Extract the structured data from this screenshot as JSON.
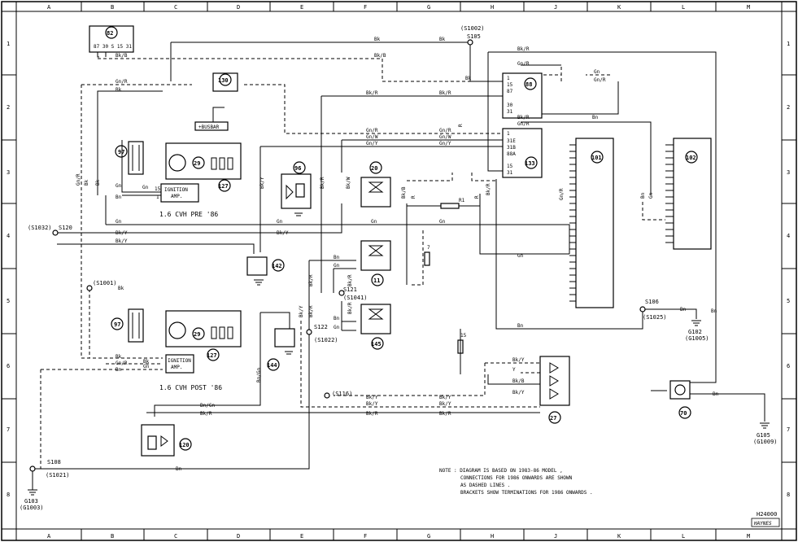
{
  "grid": {
    "columns": [
      "A",
      "B",
      "C",
      "D",
      "E",
      "F",
      "G",
      "H",
      "J",
      "K",
      "L",
      "M"
    ],
    "rows": [
      "1",
      "2",
      "3",
      "4",
      "5",
      "6",
      "7",
      "8"
    ]
  },
  "components": {
    "c82": "82",
    "c130": "130",
    "c88": "88",
    "c97a": "97",
    "c29a": "29",
    "c127a": "127",
    "c96": "96",
    "c20": "20",
    "c133": "133",
    "c101": "101",
    "c102": "102",
    "c142": "142",
    "c11": "11",
    "c97b": "97",
    "c29b": "29",
    "c127b": "127",
    "c144": "144",
    "c145": "145",
    "c27": "27",
    "c70": "70",
    "c120": "120"
  },
  "labels": {
    "pins82": "87 30 S 15 31",
    "busbar": "+BUSBAR",
    "ign_amp_a_1": "IGNITION",
    "ign_amp_a_2": "AMP.",
    "ign_amp_b_1": "IGNITION",
    "ign_amp_b_2": "AMP.",
    "cvh_pre": "1.6 CVH PRE '86",
    "cvh_post": "1.6 CVH POST '86",
    "s1002": "(S1002)",
    "s105": "S105",
    "s1032": "(S1032)",
    "s120": "S120",
    "s1001": "(S1001)",
    "s121": "S121",
    "s1041": "(S1041)",
    "s122": "S122",
    "s1022": "(S1022)",
    "s116": "(S116)",
    "s106": "S106",
    "s1025": "(S1025)",
    "g102": "G102",
    "g1005": "(G1005)",
    "g105": "G105",
    "g1009": "(G1009)",
    "s108": "S108",
    "s1021": "(S1021)",
    "g103": "G103",
    "g1003": "(G1003)",
    "r1": "R1",
    "f7": "7",
    "f15": "15",
    "p88_1": "1",
    "p88_15": "15",
    "p88_87": "87",
    "p88_30": "30",
    "p88_31": "31",
    "p133_1": "1",
    "p133_31e": "31E",
    "p133_31b": "31B",
    "p133_88a": "88A",
    "p133_15": "15",
    "p133_31": "31",
    "amp_15": "15",
    "amp_1": "1",
    "ref": "H24000",
    "brand": "HAYNES"
  },
  "wires": {
    "bk": "Bk",
    "bkb": "Bk/B",
    "bkr": "Bk/R",
    "gnr": "Gn/R",
    "gn": "Gn",
    "gnw": "Gn/W",
    "gny": "Gn/Y",
    "bky": "Bk/Y",
    "bkw": "Bk/W",
    "bn": "Bn",
    "r": "R",
    "y": "Y",
    "bngn": "Bn/Gn"
  },
  "note": {
    "line1": "NOTE : DIAGRAM IS BASED ON 1983-86 MODEL ,",
    "line2": "CONNECTIONS FOR 1986 ONWARDS ARE SHOWN",
    "line3": "AS DASHED LINES .",
    "line4": "BRACKETS SHOW TERMINATIONS FOR 1986 ONWARDS ."
  }
}
